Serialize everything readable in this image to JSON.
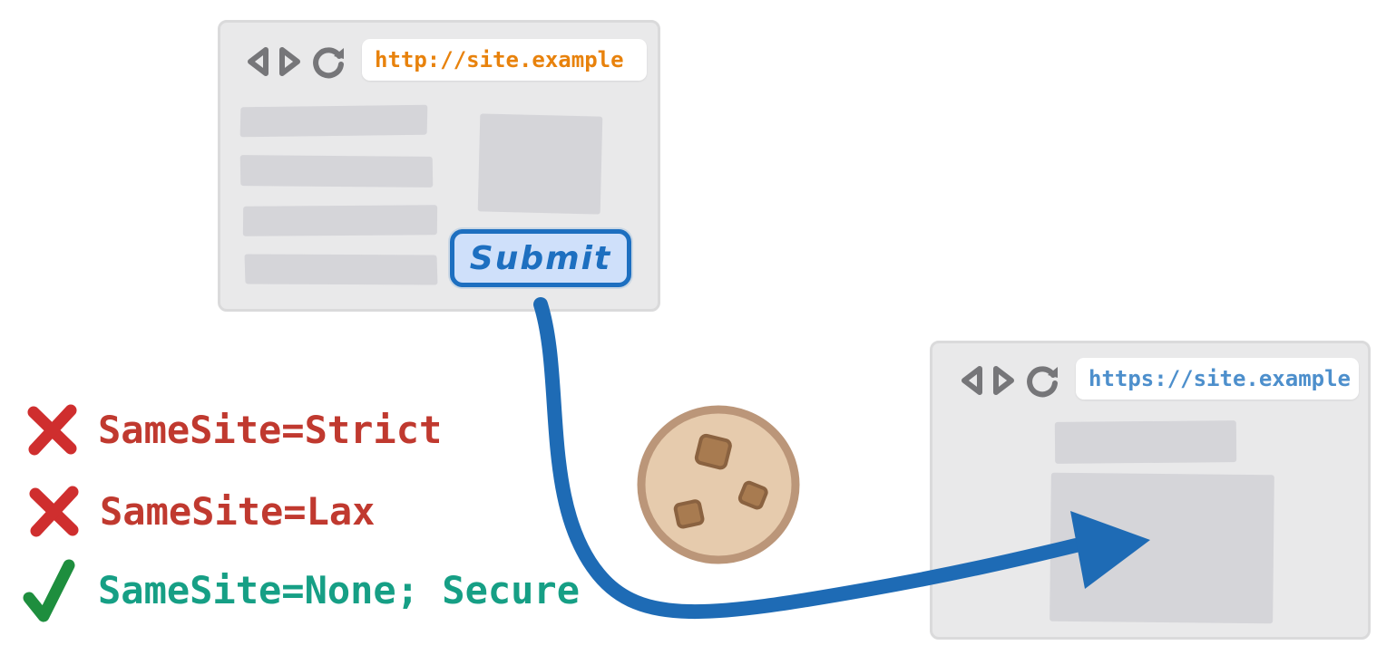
{
  "colors": {
    "arrow_blue": "#1e6bb5",
    "submit_border_blue": "#1d6fc0",
    "submit_fill_blue": "#cfe0fa",
    "url_http_orange": "#e8820c",
    "url_https_blue": "#4d8fcc",
    "rule_red": "#c0392f",
    "rule_green": "#169f85",
    "cross_red": "#cf2e2e",
    "check_green": "#1e8e3e",
    "window_gray": "#e9e9ea",
    "content_block_gray": "#d5d5d9",
    "cookie_tan": "#e6cbad",
    "cookie_edge_brown": "#bb9679",
    "chip_brown": "#a87b50"
  },
  "source_browser": {
    "url": "http://site.example",
    "submit_label": "Submit"
  },
  "target_browser": {
    "url": "https://site.example"
  },
  "rules": [
    {
      "mark": "cross",
      "label": "SameSite=Strict"
    },
    {
      "mark": "cross",
      "label": "SameSite=Lax"
    },
    {
      "mark": "check",
      "label": "SameSite=None; Secure"
    }
  ],
  "icons": {
    "back": "left-pointing triangle",
    "forward": "right-pointing triangle",
    "reload": "circular refresh arrow",
    "cookie": "chocolate-chip cookie",
    "flow_arrow": "curved arrow from submit button to target site",
    "cross": "red X",
    "check": "green checkmark"
  }
}
